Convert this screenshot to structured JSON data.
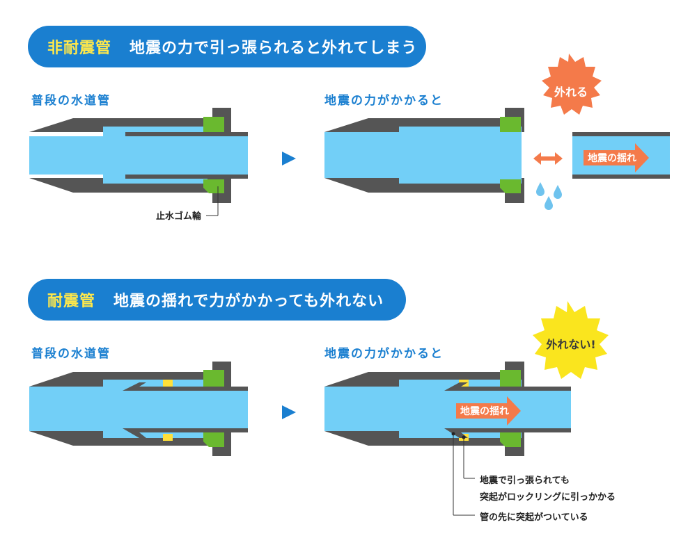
{
  "sections": [
    {
      "keyword": "非耐震管",
      "description": "地震の力で引っ張られると外れてしまう",
      "left_label": "普段の水道管",
      "right_label": "地震の力がかかると",
      "burst_text": "外れる",
      "arrow_text": "地震の揺れ",
      "callout": "止水ゴム輪"
    },
    {
      "keyword": "耐震管",
      "description": "地震の揺れで力がかかっても外れない",
      "left_label": "普段の水道管",
      "right_label": "地震の力がかかると",
      "burst_text": "外れない!",
      "arrow_text": "地震の揺れ",
      "callout_1_line1": "地震で引っ張られても",
      "callout_1_line2": "突起がロックリングに引っかかる",
      "callout_2": "管の先に突起がついている"
    }
  ],
  "colors": {
    "pipe_wall": "#555555",
    "water": "#72cff7",
    "seal": "#6ab92f",
    "lock": "#ffe03a",
    "header": "#1a7fd0",
    "orange": "#f47a4a",
    "yellow_burst": "#fae51e"
  }
}
